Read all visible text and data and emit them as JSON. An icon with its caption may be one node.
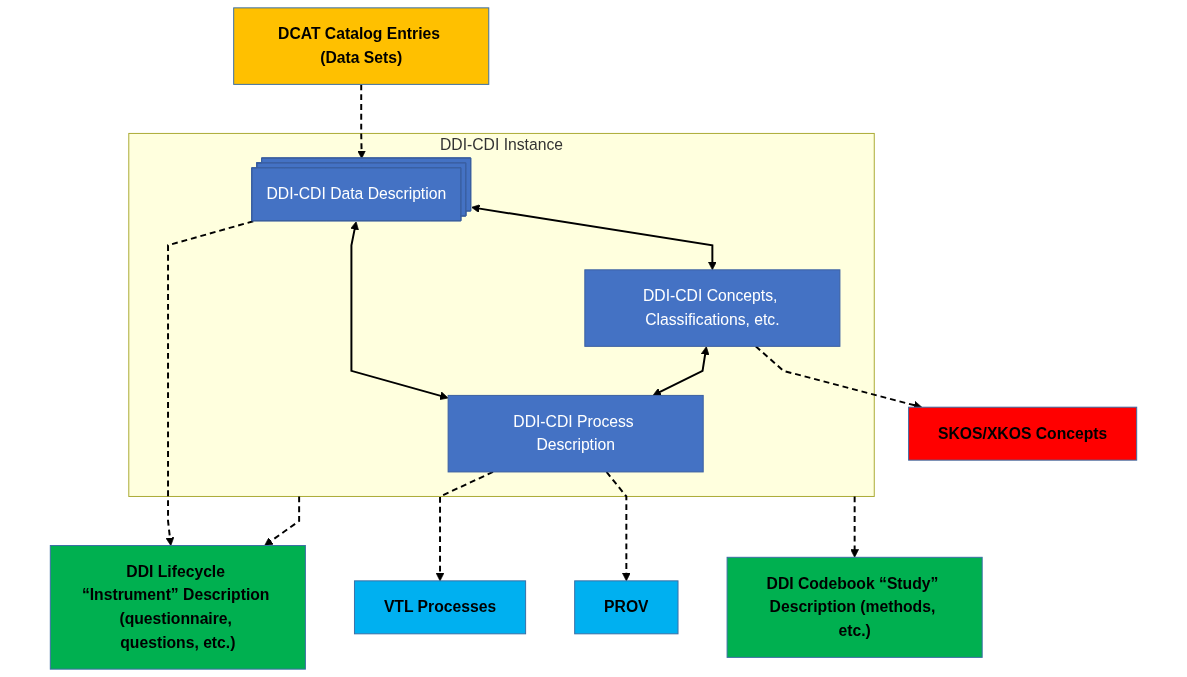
{
  "diagram": {
    "nodes": [
      {
        "text": [
          "DDI Lifecycle “Instrument” Description (questionnaire, questions, etc.)"
        ]
      },
      {
        "text": [
          "DCAT Catalog Entries (Data Sets)"
        ]
      },
      {
        "text": [
          "DDI Codebook “Study” Description (methods, etc.)"
        ]
      },
      {
        "text": [
          "DDI-CDI Instance"
        ]
      },
      {
        "text": [
          "DDI-CDI Data Description"
        ],
        "in": 3
      },
      {
        "text": [
          "DDI-CDI Process Description"
        ],
        "in": 3
      },
      {
        "text": [
          "DDI-CDI Concepts, Classifications, etc."
        ],
        "in": 3
      },
      {
        "text": [
          "VTL Processes"
        ]
      },
      {
        "text": [
          "PROV"
        ]
      },
      {
        "text": [
          "SKOS/XKOS Concepts"
        ]
      }
    ],
    "edges": [
      {
        "from": 3,
        "to": 0,
        "arrow": "to",
        "style": "dashed"
      },
      {
        "from": 4,
        "to": 0,
        "arrow": "to",
        "style": "dashed"
      },
      {
        "from": 1,
        "to": 4,
        "arrow": "to",
        "style": "dashed"
      },
      {
        "from": 3,
        "to": 2,
        "arrow": "to",
        "style": "dashed"
      },
      {
        "from": 4,
        "to": 5,
        "arrow": "both"
      },
      {
        "from": 4,
        "to": 6,
        "arrow": "both"
      },
      {
        "from": 6,
        "to": 5,
        "arrow": "both"
      },
      {
        "from": 5,
        "to": 7,
        "arrow": "to",
        "style": "dashed"
      },
      {
        "from": 5,
        "to": 8,
        "arrow": "to",
        "style": "dashed"
      },
      {
        "from": 6,
        "to": 9,
        "arrow": "to",
        "style": "dashed"
      }
    ]
  }
}
